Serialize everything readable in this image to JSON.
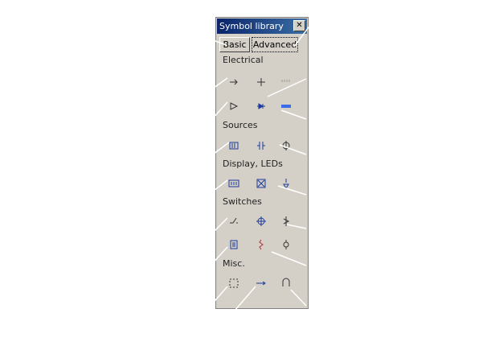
{
  "window": {
    "title": "Symbol library",
    "close_label": "✕"
  },
  "tabs": [
    {
      "label": "Basic"
    },
    {
      "label": "Advanced"
    }
  ],
  "sections": {
    "electrical": "Electrical",
    "sources": "Sources",
    "display": "Display, LEDs",
    "switches": "Switches",
    "misc": "Misc."
  },
  "icons": [
    "arrow-right-icon",
    "cross-icon",
    "tick-marks-icon",
    "triangle-icon",
    "diode-icon",
    "blue-bar-icon",
    "battery-icon",
    "capacitor-icon",
    "connector-icon",
    "display-icon",
    "lamp-icon",
    "led-icon",
    "switch-icon",
    "crosshair-icon",
    "relay-icon",
    "coil-icon",
    "spring-icon",
    "node-icon",
    "dashed-box-icon",
    "arrow-icon",
    "loop-icon"
  ]
}
